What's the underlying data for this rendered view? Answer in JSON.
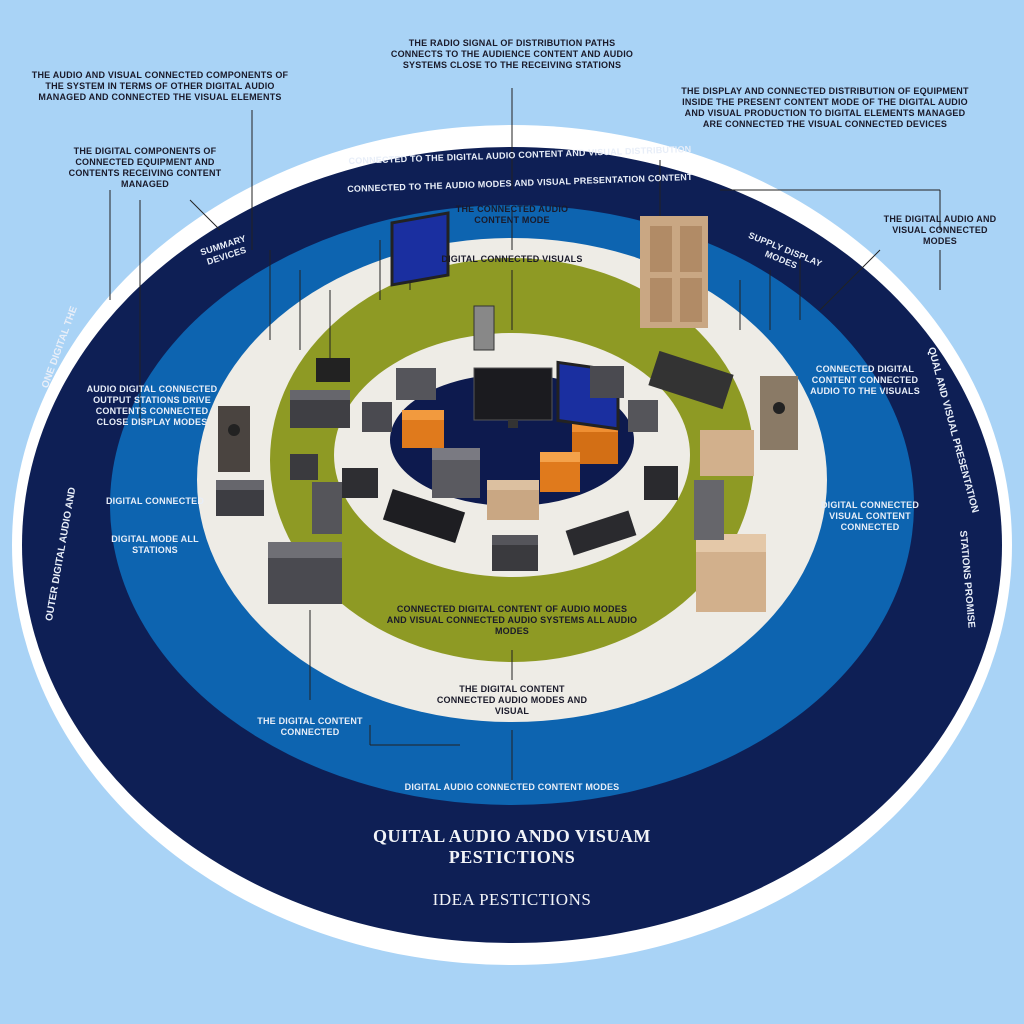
{
  "colors": {
    "background": "#a9d3f6",
    "outer_white": "#ffffff",
    "navy_ring": "#0e1f55",
    "blue_ring": "#0d64b0",
    "cream_ring": "#eeece6",
    "olive_ring": "#8e9a24",
    "inner_navy": "#0d1a4e",
    "device_dark": "#3a3a3e",
    "device_orange": "#e07a1c",
    "device_tan": "#c9a783"
  },
  "titles": {
    "main": "QUITAL AUDIO ANDO VISUAM PESTICTIONS",
    "sub": "IDEA PESTICTIONS"
  },
  "labels": {
    "top_center": "THE RADIO SIGNAL OF DISTRIBUTION PATHS CONNECTS TO THE AUDIENCE CONTENT AND AUDIO SYSTEMS CLOSE TO THE RECEIVING STATIONS",
    "top_left": "THE AUDIO AND VISUAL CONNECTED COMPONENTS OF THE SYSTEM IN TERMS OF OTHER DIGITAL AUDIO MANAGED AND CONNECTED THE VISUAL ELEMENTS",
    "top_right": "THE DISPLAY AND CONNECTED DISTRIBUTION OF EQUIPMENT INSIDE THE PRESENT CONTENT MODE OF THE DIGITAL AUDIO AND VISUAL PRODUCTION TO DIGITAL ELEMENTS MANAGED ARE CONNECTED THE VISUAL CONNECTED DEVICES",
    "left_upper": "THE DIGITAL COMPONENTS OF CONNECTED EQUIPMENT AND CONTENTS RECEIVING CONTENT MANAGED",
    "navy_arc_top_1": "CONNECTED TO THE DIGITAL AUDIO CONTENT AND VISUAL DISTRIBUTION",
    "navy_arc_top_2": "CONNECTED TO THE AUDIO MODES AND VISUAL PRESENTATION CONTENT",
    "navy_left_small": "SUMMARY DEVICES",
    "navy_right_small": "SUPPLY DISPLAY MODES",
    "far_right": "THE DIGITAL AUDIO AND VISUAL CONNECTED MODES",
    "ring_left_vertical": "ONE DIGITAL THE",
    "ring_left_lower": "OUTER DIGITAL AUDIO AND",
    "ring_right_vertical": "QUAL AND VISUAL PRESENTATION",
    "ring_right_lower": "STATIONS PROMISE",
    "blue_left_1": "AUDIO DIGITAL CONNECTED OUTPUT STATIONS DRIVE CONTENTS CONNECTED CLOSE DISPLAY MODES",
    "blue_left_2": "DIGITAL CONNECTED",
    "blue_left_3": "DIGITAL MODE ALL STATIONS",
    "blue_right_1": "CONNECTED DIGITAL CONTENT CONNECTED AUDIO TO THE VISUALS",
    "blue_right_2": "DIGITAL CONNECTED VISUAL CONTENT CONNECTED",
    "cream_top_1": "THE CONNECTED AUDIO CONTENT MODE",
    "cream_top_2": "DIGITAL CONNECTED VISUALS",
    "olive_bottom": "CONNECTED DIGITAL CONTENT OF AUDIO MODES AND VISUAL CONNECTED AUDIO SYSTEMS ALL AUDIO MODES",
    "cream_bottom": "THE DIGITAL CONTENT CONNECTED AUDIO MODES AND VISUAL",
    "blue_bottom_left": "THE DIGITAL CONTENT CONNECTED",
    "blue_bottom_center": "DIGITAL AUDIO CONNECTED CONTENT MODES"
  }
}
